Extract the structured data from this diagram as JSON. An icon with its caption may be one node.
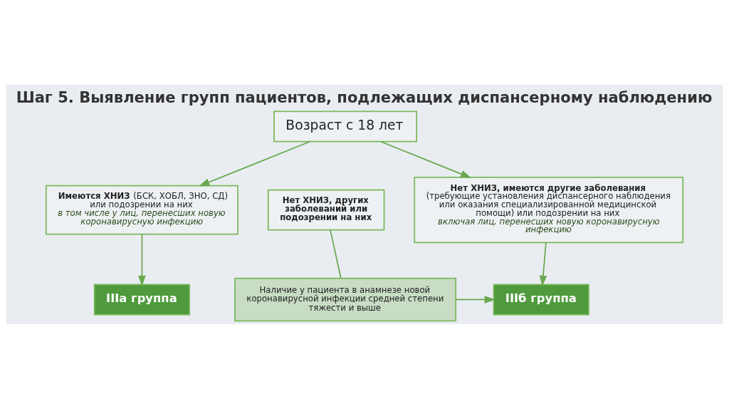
{
  "diagram": {
    "title": "Шаг 5. Выявление групп пациентов, подлежащих диспансерному наблюдению",
    "nodes": [
      {
        "text": [
          "Возраст с 18 лет"
        ]
      },
      {
        "text": [
          "**Имеются ХНИЗ** (БСК, ХОБЛ, ЗНО, СД) или подозрении на них",
          "*в том числе у лиц, перенесших новую коронавирусную инфекцию*"
        ]
      },
      {
        "text": [
          "**Нет ХНИЗ, других заболеваний или подозрении на них**"
        ]
      },
      {
        "text": [
          "**Нет ХНИЗ, имеются другие заболевания** (требующие установления диспансерного наблюдения или оказания специализированной медицинской помощи) или подозрении на них",
          "*включая лиц, перенесших новую коронавирусную инфекцию*"
        ]
      },
      {
        "text": [
          "IIIа группа"
        ]
      },
      {
        "text": [
          "Наличие у пациента в анамнезе новой коронавирусной инфекции средней степени тяжести и выше"
        ]
      },
      {
        "text": [
          "IIIб группа"
        ]
      }
    ],
    "edges": [
      {
        "from": 0,
        "to": 1,
        "arrow": "to"
      },
      {
        "from": 0,
        "to": 3,
        "arrow": "to"
      },
      {
        "from": 1,
        "to": 4,
        "arrow": "to"
      },
      {
        "from": 2,
        "to": 5,
        "arrow": "none"
      },
      {
        "from": 5,
        "to": 6,
        "arrow": "to"
      },
      {
        "from": 3,
        "to": 6,
        "arrow": "to"
      }
    ]
  }
}
